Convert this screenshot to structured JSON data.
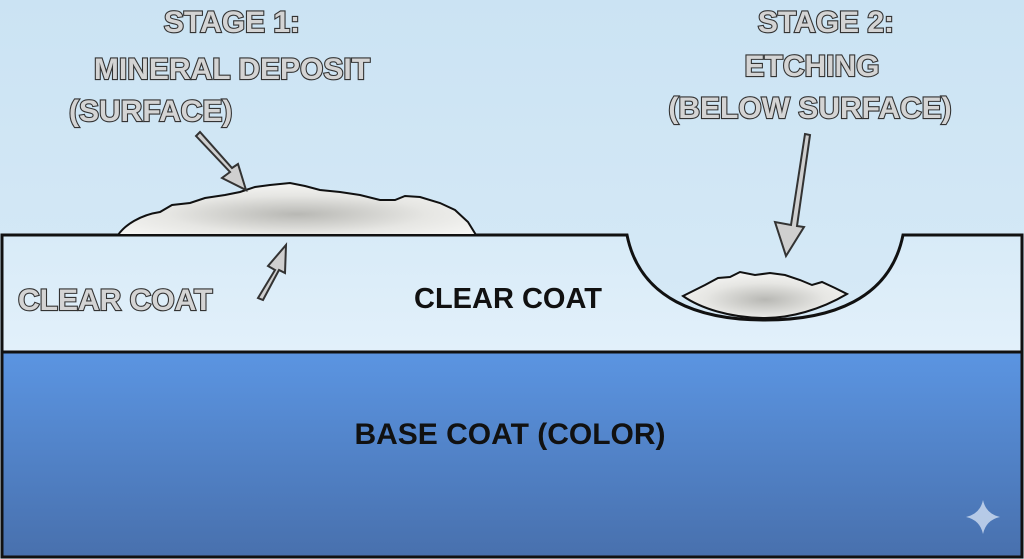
{
  "stage1": {
    "line1": "STAGE 1:",
    "line2": "MINERAL DEPOSIT",
    "line3": "(SURFACE)"
  },
  "stage2": {
    "line1": "STAGE 2:",
    "line2": "ETCHING",
    "line3": "(BELOW SURFACE)"
  },
  "clear_coat_callout": "CLEAR COAT",
  "clear_coat_label": "CLEAR COAT",
  "base_coat_label": "BASE COAT (COLOR)",
  "colors": {
    "sky_top": "#cde4f3",
    "sky_bottom": "#dcedf8",
    "clear_coat": "#d6eaf8",
    "base_top": "#5b95e2",
    "base_bottom": "#4870ad",
    "label_fill": "#d4d4d4"
  },
  "icons": {
    "watermark": "sparkle-icon"
  }
}
